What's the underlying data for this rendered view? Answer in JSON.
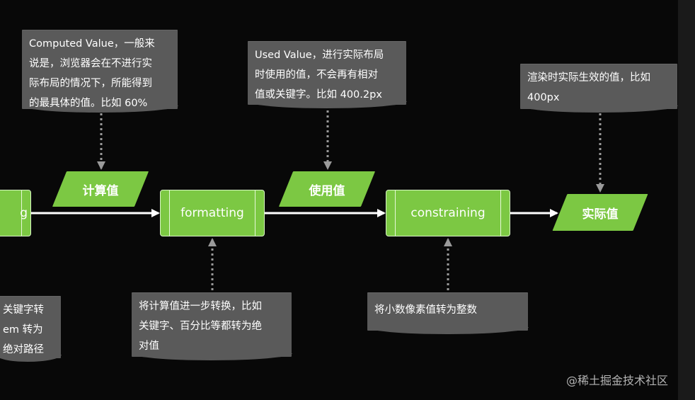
{
  "notes": {
    "computed": "Computed Value，一般来\n说是，浏览器会在不进行实\n际布局的情况下，所能得到\n的最具体的值。比如 60%",
    "used": "Used Value，进行实际布局\n时使用的值，不会再有相对\n值或关键字。比如 400.2px",
    "actual": "渲染时实际生效的值，比如\n400px",
    "left": "关键字转\n em 转为\n绝对路径",
    "formatting": "将计算值进一步转换，比如\n关键字、百分比等都转为绝\n对值",
    "constraining": "将小数像素值转为整数"
  },
  "processes": {
    "left": "g",
    "formatting": "formatting",
    "constraining": "constraining"
  },
  "values": {
    "computed": "计算值",
    "used": "使用值",
    "actual": "实际值"
  },
  "watermark": "@稀土掘金技术社区",
  "colors": {
    "background": "#080808",
    "note": "#5a5a5a",
    "green": "#7cc843",
    "arrow": "#ffffff",
    "dotted": "#9a9a9a"
  }
}
